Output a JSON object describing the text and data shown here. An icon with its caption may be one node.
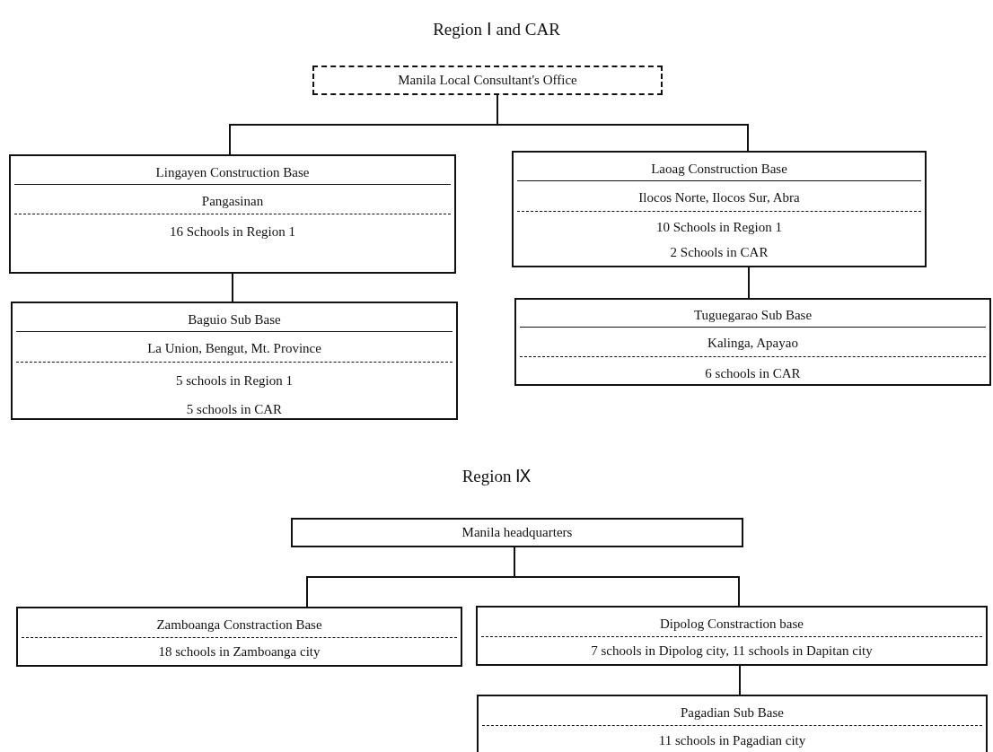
{
  "diagram": {
    "nodes": [
      {
        "text": [
          "Manila Local Consultant's Office"
        ]
      },
      {
        "text": [
          "Lingayen Construction Base",
          "Pangasinan",
          "16 Schools in Region 1"
        ]
      },
      {
        "text": [
          "Laoag Construction Base",
          "Ilocos Norte, Ilocos Sur, Abra",
          "10 Schools in Region 1",
          "2 Schools in CAR"
        ]
      },
      {
        "text": [
          "Baguio Sub Base",
          "La Union, Bengut, Mt. Province",
          "5 schools in Region 1",
          "5 schools in CAR"
        ]
      },
      {
        "text": [
          "Tuguegarao Sub Base",
          "Kalinga, Apayao",
          "6 schools in CAR"
        ]
      },
      {
        "text": [
          "Manila headquarters"
        ]
      },
      {
        "text": [
          "Zamboanga Constraction Base",
          "18 schools in Zamboanga city"
        ]
      },
      {
        "text": [
          "Dipolog Constraction base",
          "7 schools in Dipolog city, 11 schools in Dapitan city"
        ]
      },
      {
        "text": [
          "Pagadian Sub Base",
          "11 schools in Pagadian city"
        ]
      }
    ],
    "edges": [
      {
        "from": 0,
        "to": 1,
        "arrow": "none"
      },
      {
        "from": 0,
        "to": 2,
        "arrow": "none"
      },
      {
        "from": 1,
        "to": 3,
        "arrow": "none"
      },
      {
        "from": 2,
        "to": 4,
        "arrow": "none"
      },
      {
        "from": 5,
        "to": 6,
        "arrow": "none"
      },
      {
        "from": 5,
        "to": 7,
        "arrow": "none"
      },
      {
        "from": 7,
        "to": 8,
        "arrow": "none"
      }
    ],
    "labels": [
      "Region Ⅰ and CAR",
      "Region Ⅸ"
    ]
  }
}
